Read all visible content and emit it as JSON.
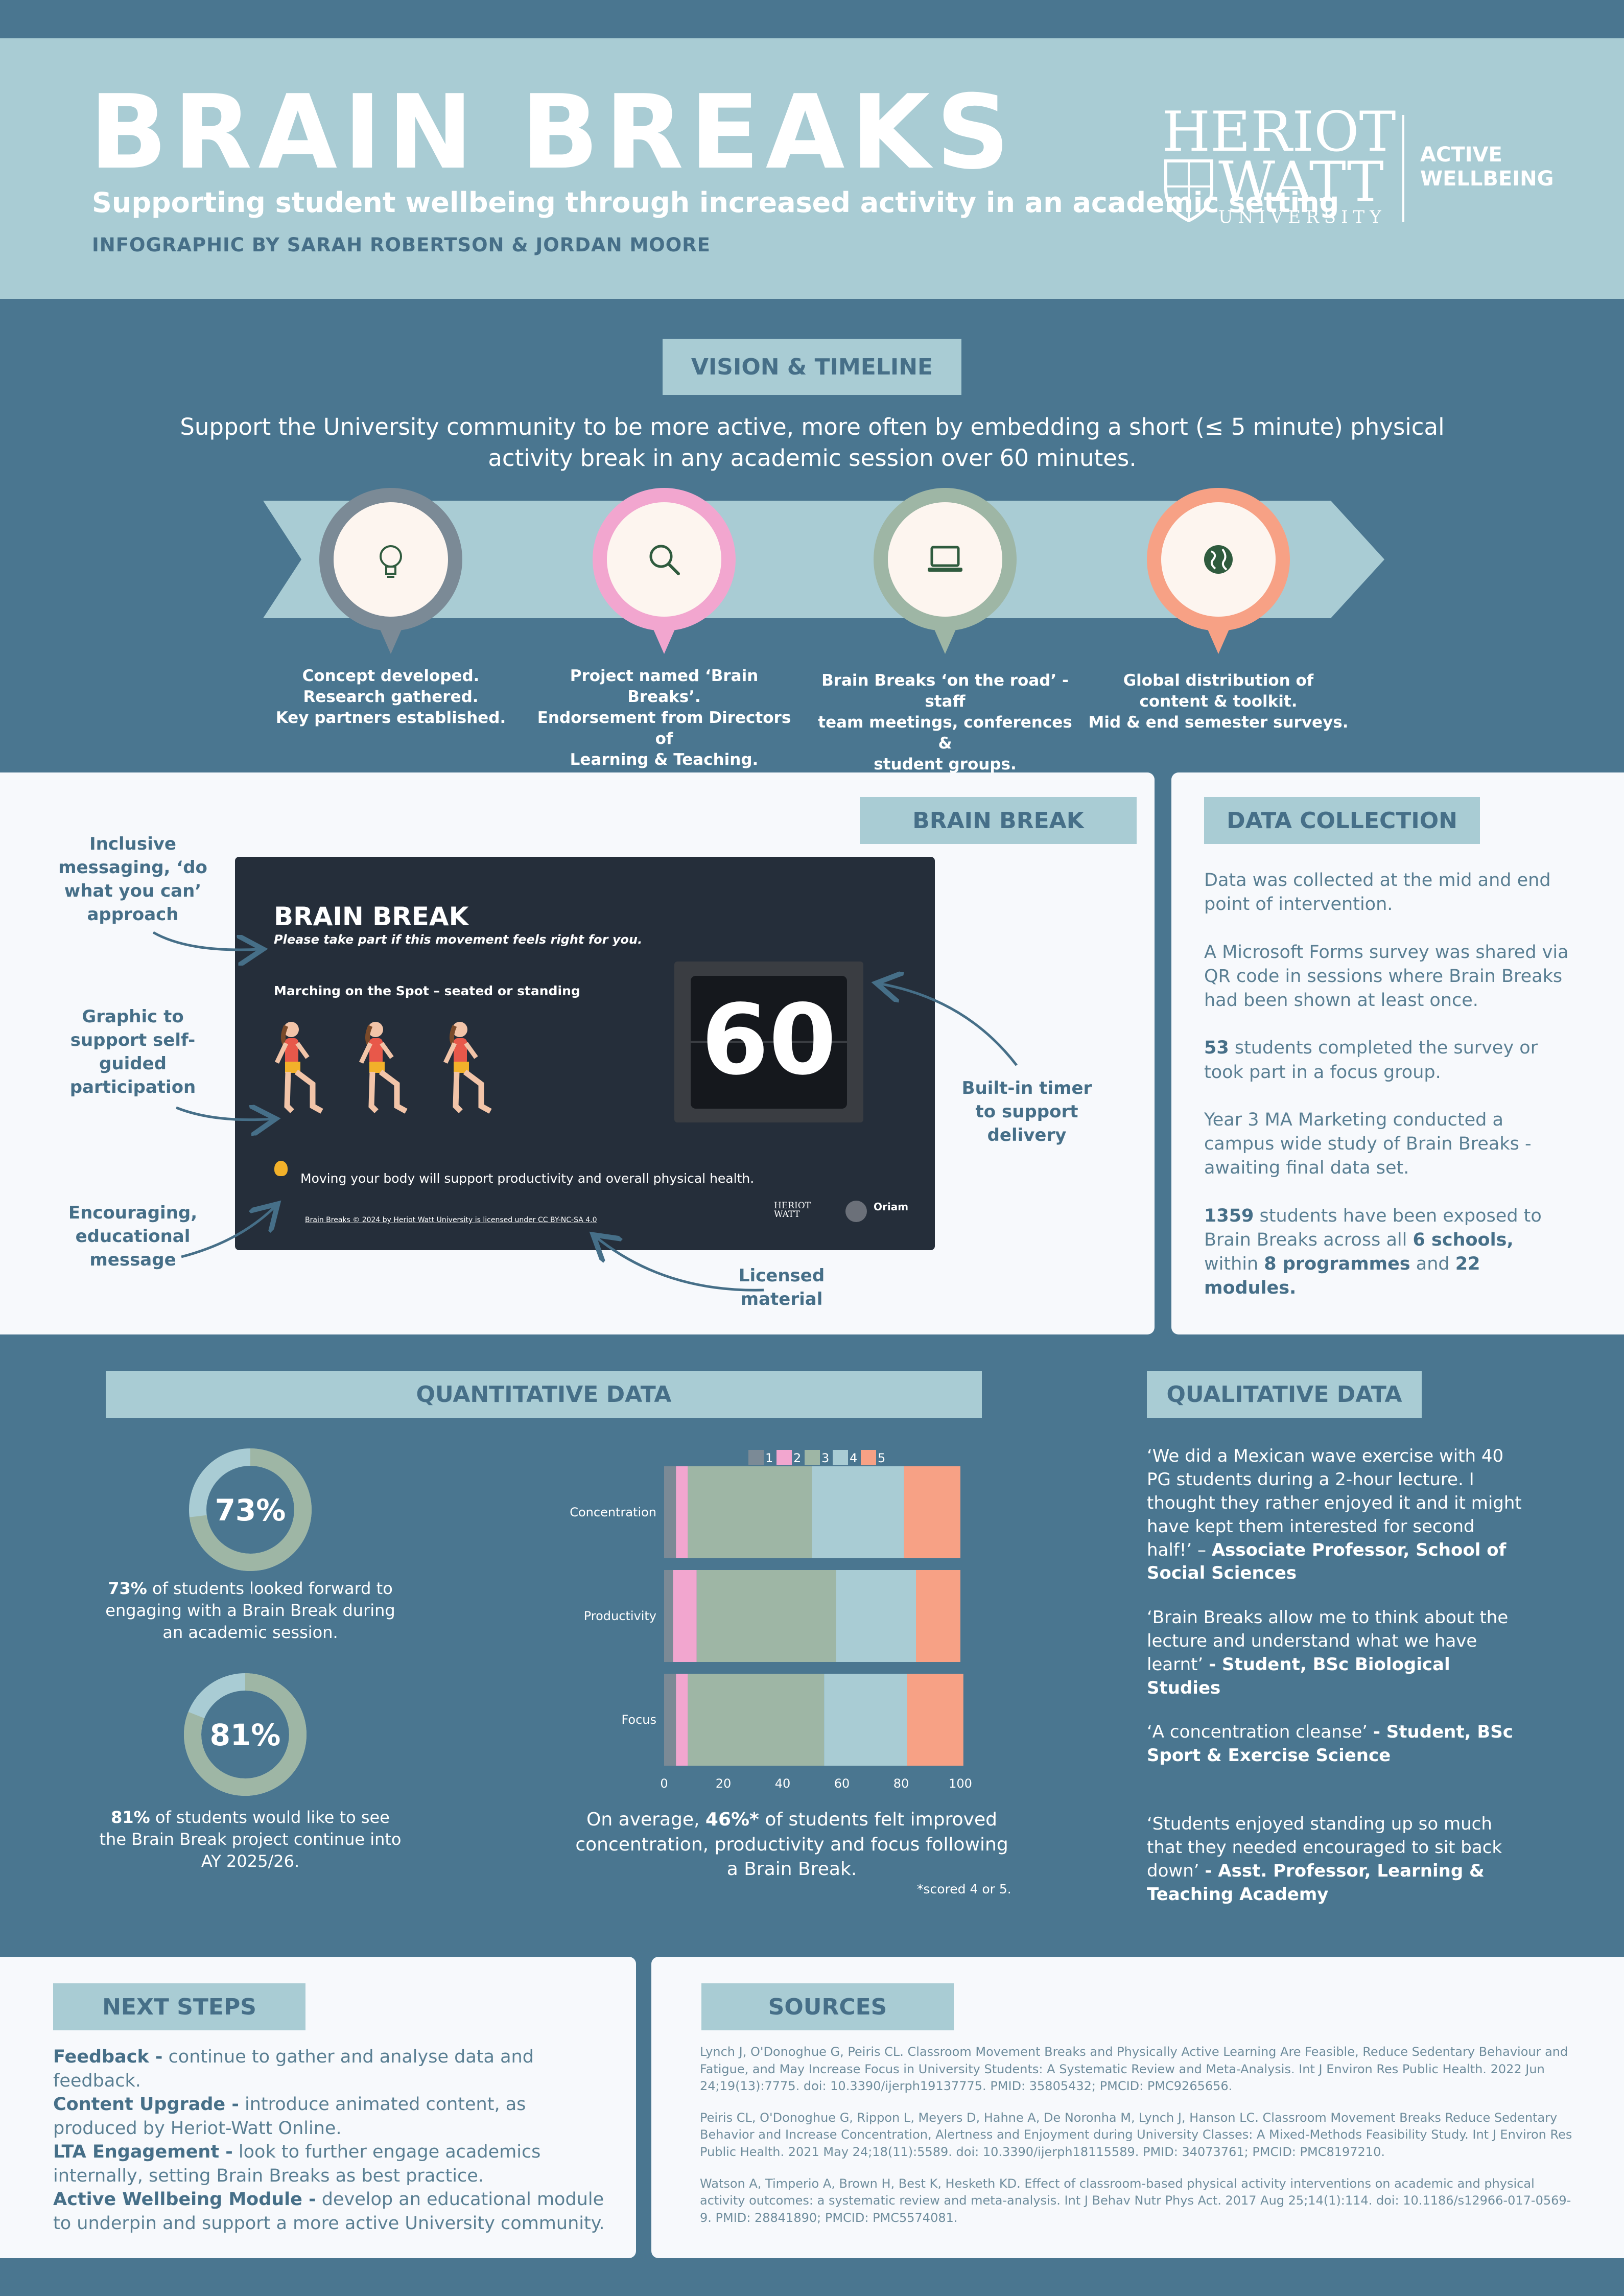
{
  "header": {
    "title": "BRAIN BREAKS",
    "subtitle": "Supporting student wellbeing through increased activity in an academic setting",
    "byline": "INFOGRAPHIC BY SARAH ROBERTSON & JORDAN MOORE",
    "logo_heriot": "HERIOT",
    "logo_watt": "WATT",
    "logo_university": "UNIVERSITY",
    "logo_active": "ACTIVE",
    "logo_wellbeing": "WELLBEING"
  },
  "vision": {
    "heading": "VISION & TIMELINE",
    "statement_line1": "Support the University community to be more active, more often by embedding a short (≤ 5 minute) physical",
    "statement_line2": "activity break in any academic session over 60 minutes.",
    "milestones": [
      {
        "icon": "lightbulb-icon",
        "color": "#7b8a96",
        "lines": [
          "Concept developed.",
          "Research gathered.",
          "Key partners established."
        ]
      },
      {
        "icon": "search-icon",
        "color": "#f2a6cf",
        "lines": [
          "Project named ‘Brain Breaks’.",
          "Endorsement from Directors of",
          "Learning & Teaching."
        ]
      },
      {
        "icon": "laptop-icon",
        "color": "#9eb6a5",
        "lines": [
          "Brain Breaks ‘on the road’ - staff",
          "team meetings, conferences &",
          "student groups."
        ]
      },
      {
        "icon": "globe-icon",
        "color": "#f7a185",
        "lines": [
          "Global distribution of",
          "content & toolkit.",
          "Mid & end semester surveys."
        ]
      }
    ]
  },
  "brain_break": {
    "heading": "BRAIN BREAK",
    "slide_title": "BRAIN BREAK",
    "slide_subtitle": "Please take part if this movement feels right for you.",
    "exercise": "Marching on the Spot – seated or standing",
    "timer": "60",
    "message": "Moving your body will support productivity and overall physical health.",
    "license": "Brain Breaks © 2024 by Heriot Watt University is licensed under CC BY-NC-SA 4.0",
    "slide_logo1": "HERIOT WATT",
    "slide_logo2": "Oriam",
    "annotations": {
      "inclusive": [
        "Inclusive",
        "messaging, ‘do",
        "what you can’",
        "approach"
      ],
      "graphic": [
        "Graphic to",
        "support self-",
        "guided",
        "participation"
      ],
      "encouraging": [
        "Encouraging,",
        "educational",
        "message"
      ],
      "timer": [
        "Built-in timer",
        "to support",
        "delivery"
      ],
      "licensed": [
        "Licensed",
        "material"
      ]
    }
  },
  "data_collection": {
    "heading": "DATA COLLECTION",
    "p1": "Data was collected at the mid and end point of intervention.",
    "p2": "A Microsoft Forms survey was shared via QR code in sessions where Brain Breaks had been shown at least once.",
    "p3_num": "53",
    "p3": " students completed the survey or took part in a focus group.",
    "p4": "Year 3 MA Marketing conducted a campus wide study of Brain Breaks - awaiting final data set.",
    "p5_num": "1359",
    "p5_a": " students have been exposed to Brain Breaks across all ",
    "p5_schools": "6 schools,",
    "p5_b": " within ",
    "p5_prog": "8 programmes",
    "p5_c": " and ",
    "p5_mod": "22 modules."
  },
  "quantitative": {
    "heading": "QUANTITATIVE DATA",
    "donut1": {
      "value": 73,
      "label": "73%",
      "bold": "73%",
      "text": " of students looked forward to engaging with a Brain Break during an academic session."
    },
    "donut2": {
      "value": 81,
      "label": "81%",
      "bold": "81%",
      "text": " of students would like to see the Brain Break project continue into AY 2025/26."
    },
    "summary_a": "On average, ",
    "summary_bold": "46%*",
    "summary_b": " of students felt improved concentration, productivity and focus following a Brain Break.",
    "footnote": "*scored 4 or 5."
  },
  "chart_data": {
    "type": "bar",
    "orientation": "horizontal-stacked",
    "categories": [
      "Concentration",
      "Productivity",
      "Focus"
    ],
    "series": [
      {
        "name": "1",
        "color": "#7b8a96",
        "values": [
          4,
          3,
          4
        ]
      },
      {
        "name": "2",
        "color": "#f2a6cf",
        "values": [
          4,
          8,
          4
        ]
      },
      {
        "name": "3",
        "color": "#9eb6a5",
        "values": [
          42,
          47,
          46
        ]
      },
      {
        "name": "4",
        "color": "#a9ccd4",
        "values": [
          31,
          27,
          28
        ]
      },
      {
        "name": "5",
        "color": "#f7a185",
        "values": [
          19,
          15,
          19
        ]
      }
    ],
    "xlim": [
      0,
      100
    ],
    "xticks": [
      "0",
      "20",
      "40",
      "60",
      "80",
      "100"
    ],
    "legend": "top"
  },
  "qualitative": {
    "heading": "QUALITATIVE DATA",
    "quotes": [
      {
        "text": "‘We did a Mexican wave exercise with 40 PG students during a 2-hour lecture. I thought they rather enjoyed it and it might have kept them interested for second half!’ – ",
        "who": "Associate Professor, School of Social Sciences"
      },
      {
        "text": "‘Brain Breaks allow me to think about the lecture and understand what we have learnt’ ",
        "who": "- Student, BSc Biological Studies"
      },
      {
        "text": "‘A concentration cleanse’ ",
        "who": "- Student, BSc Sport & Exercise Science"
      },
      {
        "text": "‘Students enjoyed standing up so much that they needed encouraged to sit back down’ ",
        "who": "- Asst. Professor, Learning & Teaching Academy"
      }
    ]
  },
  "next_steps": {
    "heading": "NEXT STEPS",
    "items": [
      {
        "bold": "Feedback -",
        "text": " continue to gather and analyse data and feedback."
      },
      {
        "bold": "Content Upgrade -",
        "text": " introduce animated content, as produced by Heriot-Watt Online."
      },
      {
        "bold": "LTA Engagement -",
        "text": " look to further engage academics internally, setting Brain Breaks as best practice."
      },
      {
        "bold": "Active Wellbeing Module -",
        "text": " develop an educational module to underpin and support a more active University community."
      }
    ]
  },
  "sources": {
    "heading": "SOURCES",
    "items": [
      "Lynch J, O'Donoghue G, Peiris CL. Classroom Movement Breaks and Physically Active Learning Are Feasible, Reduce Sedentary Behaviour and Fatigue, and May Increase Focus in University Students: A Systematic Review and Meta-Analysis. Int J Environ Res Public Health. 2022 Jun 24;19(13):7775. doi: 10.3390/ijerph19137775. PMID: 35805432; PMCID: PMC9265656.",
      "Peiris CL, O'Donoghue G, Rippon L, Meyers D, Hahne A, De Noronha M, Lynch J, Hanson LC. Classroom Movement Breaks Reduce Sedentary Behavior and Increase Concentration, Alertness and Enjoyment during University Classes: A Mixed-Methods Feasibility Study. Int J Environ Res Public Health. 2021 May 24;18(11):5589. doi: 10.3390/ijerph18115589. PMID: 34073761; PMCID: PMC8197210.",
      "Watson A, Timperio A, Brown H, Best K, Hesketh KD. Effect of classroom-based physical activity interventions on academic and physical activity outcomes: a systematic review and meta-analysis. Int J Behav Nutr Phys Act. 2017 Aug 25;14(1):114. doi: 10.1186/s12966-017-0569-9. PMID: 28841890; PMCID: PMC5574081."
    ]
  }
}
